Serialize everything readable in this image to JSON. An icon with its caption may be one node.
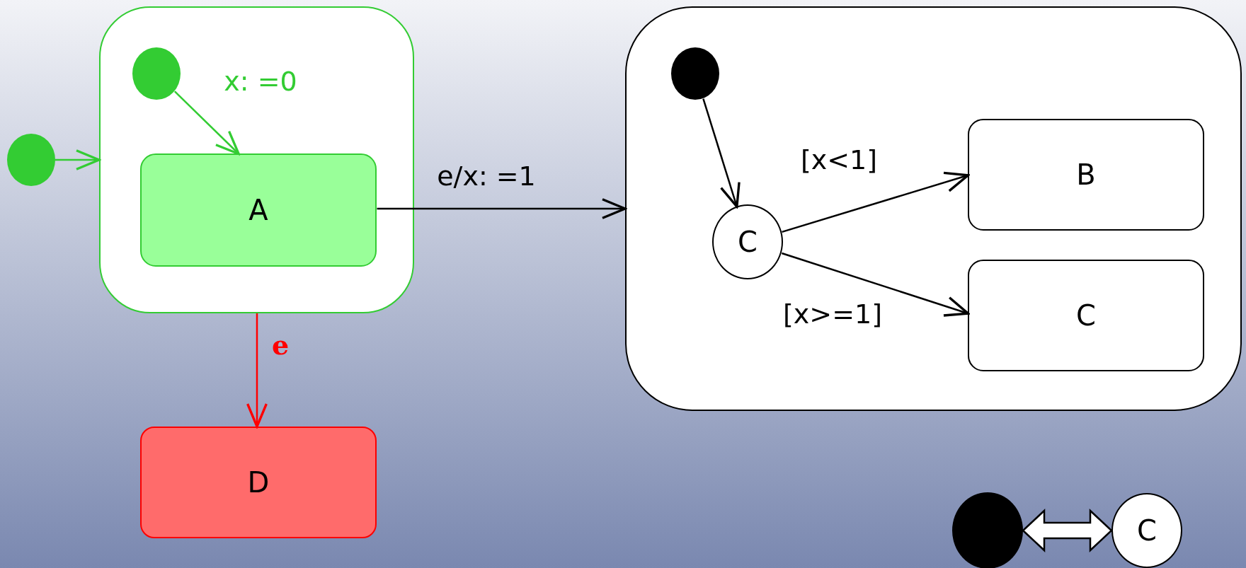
{
  "diagram": {
    "nodes": [
      {
        "text": [],
        "shape": "box"
      },
      {
        "text": [],
        "shape": "circle",
        "in": 0
      },
      {
        "text": [
          "A"
        ],
        "in": 0
      },
      {
        "text": [],
        "shape": "circle"
      },
      {
        "text": [
          "D"
        ]
      },
      {
        "text": [],
        "shape": "box"
      },
      {
        "text": [],
        "shape": "circle",
        "in": 5
      },
      {
        "text": [
          "C"
        ],
        "in": 5
      },
      {
        "text": [
          "B"
        ],
        "in": 5
      },
      {
        "text": [
          "C"
        ],
        "in": 5
      },
      {
        "text": [],
        "shape": "circle"
      },
      {
        "text": [
          "C"
        ]
      }
    ],
    "edges": [
      {
        "from": 3,
        "to": 0,
        "arrow": "to",
        "color": "#33cc33"
      },
      {
        "from": 1,
        "to": 2,
        "arrow": "to",
        "label": "x: =0",
        "color": "#33cc33"
      },
      {
        "from": 2,
        "to": 5,
        "arrow": "to",
        "label": "e/x: =1"
      },
      {
        "from": 0,
        "to": 4,
        "arrow": "to",
        "label": "e",
        "color": "#ff0000"
      },
      {
        "from": 6,
        "to": 7,
        "arrow": "to"
      },
      {
        "from": 7,
        "to": 8,
        "arrow": "to",
        "label": "[x<1]"
      },
      {
        "from": 7,
        "to": 9,
        "arrow": "to",
        "label": "[x>=1]"
      },
      {
        "from": 10,
        "to": 11,
        "arrow": "both"
      }
    ]
  }
}
